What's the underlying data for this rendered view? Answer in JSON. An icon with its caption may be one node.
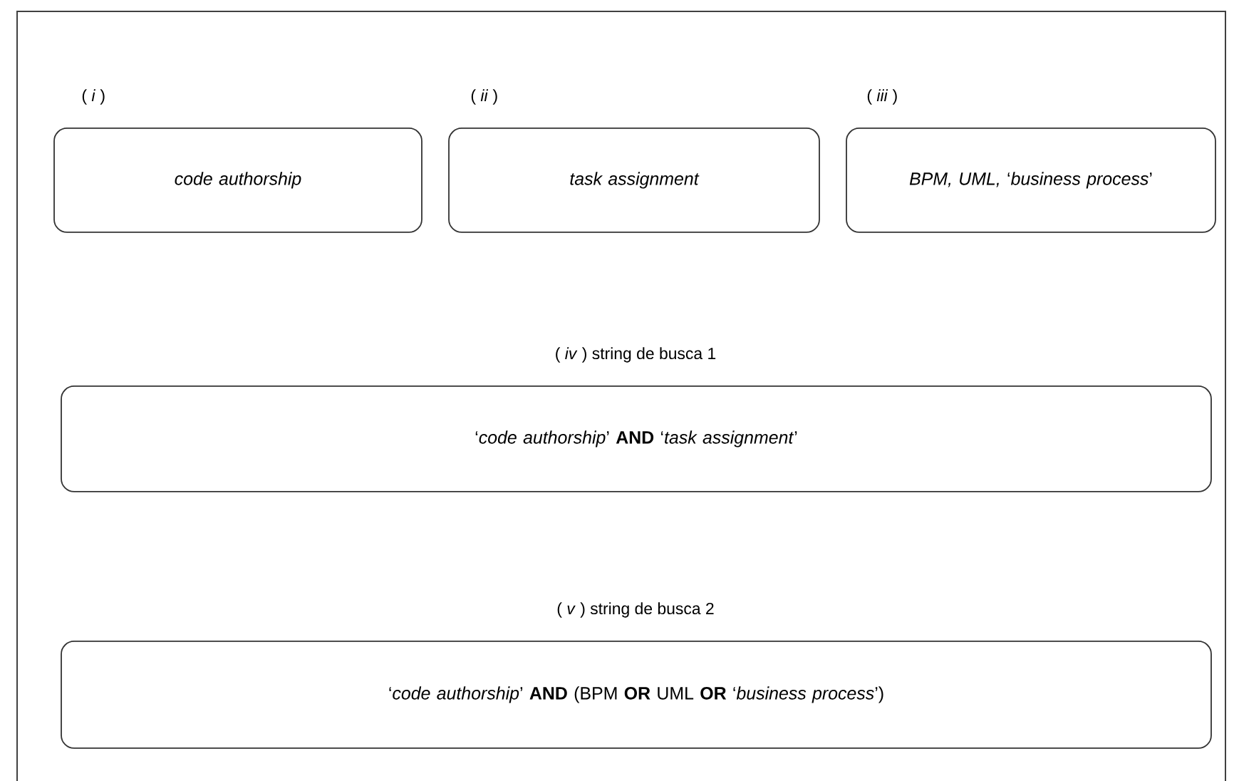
{
  "diagram": {
    "nodes": [
      {
        "text": [
          "( *i* )",
          "code authorship"
        ]
      },
      {
        "text": [
          "( *ii* )",
          "task assignment"
        ]
      },
      {
        "text": [
          "( *iii* )",
          "*BPM, UML,* ‘*business process*’"
        ]
      },
      {
        "text": [
          "( *iv* ) string de busca 1",
          "‘*code authorship*’ **AND** ‘*task assignment*’"
        ]
      },
      {
        "text": [
          "( *v* ) string de busca 2",
          "‘*code authorship*’ **AND** (BPM **OR** UML **OR** ‘*business process*’)"
        ]
      }
    ]
  }
}
